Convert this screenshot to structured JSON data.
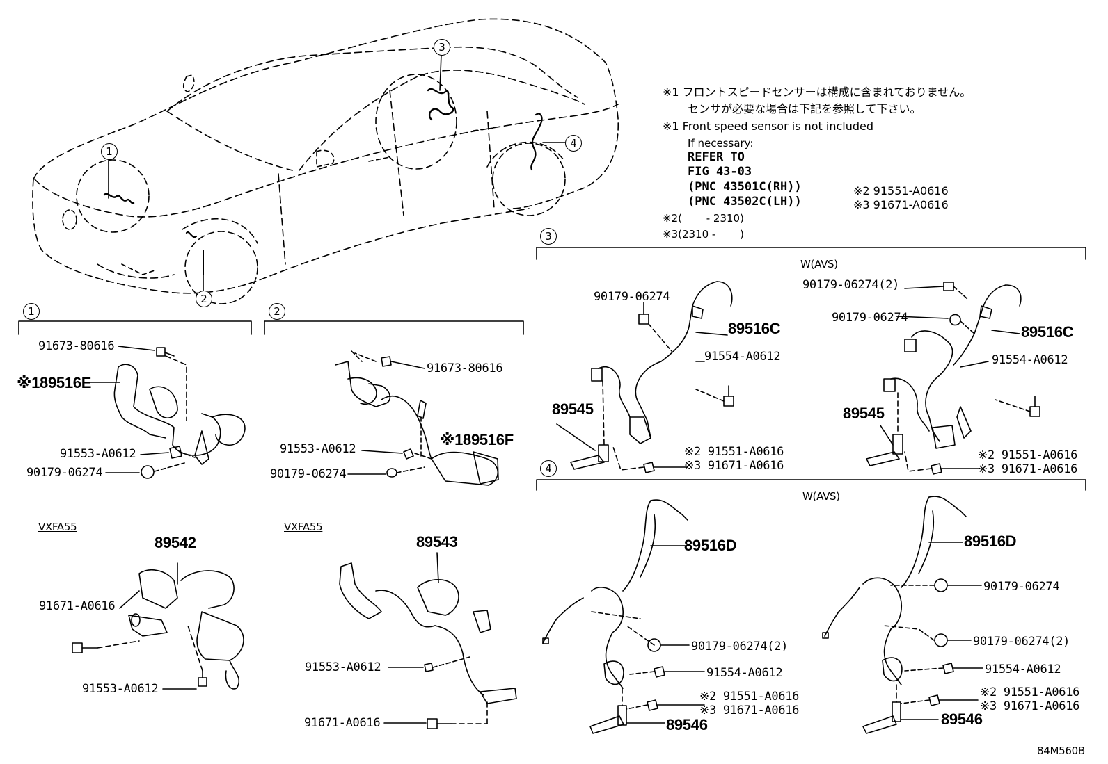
{
  "notes": {
    "n1_jp_line1": "※1 フロントスピードセンサーは構成に含まれておりません。",
    "n1_jp_line2": "センサが必要な場合は下記を参照して下さい。",
    "n1_en_line1": "※1 Front speed sensor is not included",
    "n1_en_line2": "If necessary:",
    "refer1": "REFER TO",
    "refer2": "FIG 43-03",
    "refer3": "(PNC 43501C(RH))",
    "refer4": "(PNC 43502C(LH))",
    "n2_part": "※2 91551-A0616",
    "n3_part": "※3 91671-A0616",
    "n2_range": "※2(　　 - 2310)",
    "n3_range": "※3(2310 -　　 )"
  },
  "callouts": {
    "c1": "1",
    "c2": "2",
    "c3": "3",
    "c4": "4"
  },
  "sections": {
    "s1": {
      "number": "1",
      "p1": "91673-80616",
      "p2": "※189516E",
      "p3": "91553-A0612",
      "p4": "90179-06274",
      "variant": "VXFA55",
      "p5": "89542",
      "p6": "91671-A0616",
      "p7": "91553-A0612"
    },
    "s2": {
      "number": "2",
      "p1": "91673-80616",
      "p2": "91553-A0612",
      "p3": "※189516F",
      "p4": "90179-06274",
      "variant": "VXFA55",
      "p5": "89543",
      "p6": "91553-A0612",
      "p7": "91671-A0616"
    },
    "s3": {
      "number": "3",
      "variant": "W(AVS)",
      "l_p1": "90179-06274",
      "l_p2": "89516C",
      "l_p3": "91554-A0612",
      "l_p4": "89545",
      "l_p5": "※2 91551-A0616",
      "l_p6": "※3 91671-A0616",
      "r_p1": "90179-06274(2)",
      "r_p2": "90179-06274",
      "r_p3": "89516C",
      "r_p4": "91554-A0612",
      "r_p5": "89545",
      "r_p6": "※2 91551-A0616",
      "r_p7": "※3 91671-A0616"
    },
    "s4": {
      "number": "4",
      "variant": "W(AVS)",
      "l_p1": "89516D",
      "l_p2": "90179-06274(2)",
      "l_p3": "91554-A0612",
      "l_p4": "※2 91551-A0616",
      "l_p5": "※3 91671-A0616",
      "l_p6": "89546",
      "r_p1": "89516D",
      "r_p2": "90179-06274",
      "r_p3": "90179-06274(2)",
      "r_p4": "91554-A0612",
      "r_p5": "※2 91551-A0616",
      "r_p6": "※3 91671-A0616",
      "r_p7": "89546"
    }
  },
  "figure_code": "84M560B"
}
